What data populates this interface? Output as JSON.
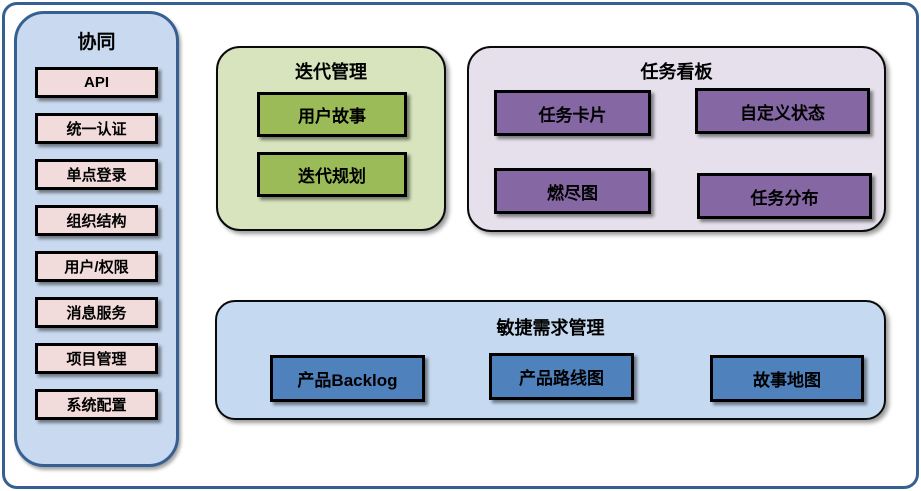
{
  "diagram": {
    "sidebar": {
      "title": "协同",
      "items": [
        {
          "label": "API"
        },
        {
          "label": "统一认证"
        },
        {
          "label": "单点登录"
        },
        {
          "label": "组织结构"
        },
        {
          "label": "用户/权限"
        },
        {
          "label": "消息服务"
        },
        {
          "label": "项目管理"
        },
        {
          "label": "系统配置"
        }
      ]
    },
    "panels": {
      "iteration": {
        "title": "迭代管理",
        "items": [
          {
            "label": "用户故事"
          },
          {
            "label": "迭代规划"
          }
        ]
      },
      "kanban": {
        "title": "任务看板",
        "items": [
          {
            "label": "任务卡片"
          },
          {
            "label": "自定义状态"
          },
          {
            "label": "燃尽图"
          },
          {
            "label": "任务分布"
          }
        ]
      },
      "requirements": {
        "title": "敏捷需求管理",
        "items": [
          {
            "label": "产品Backlog"
          },
          {
            "label": "产品路线图"
          },
          {
            "label": "故事地图"
          }
        ]
      }
    },
    "colors": {
      "frame_border": "#376092",
      "sidebar_fill": "#C9D9EF",
      "sidebar_item_fill": "#F2DCDB",
      "iteration_panel_fill": "#D7E4BD",
      "iteration_item_fill": "#9BBB59",
      "kanban_panel_fill": "#E6E0EC",
      "kanban_item_fill": "#8467A3",
      "requirements_panel_fill": "#C5D9F1",
      "requirements_item_fill": "#4F81BD",
      "item_border": "#000000"
    }
  }
}
